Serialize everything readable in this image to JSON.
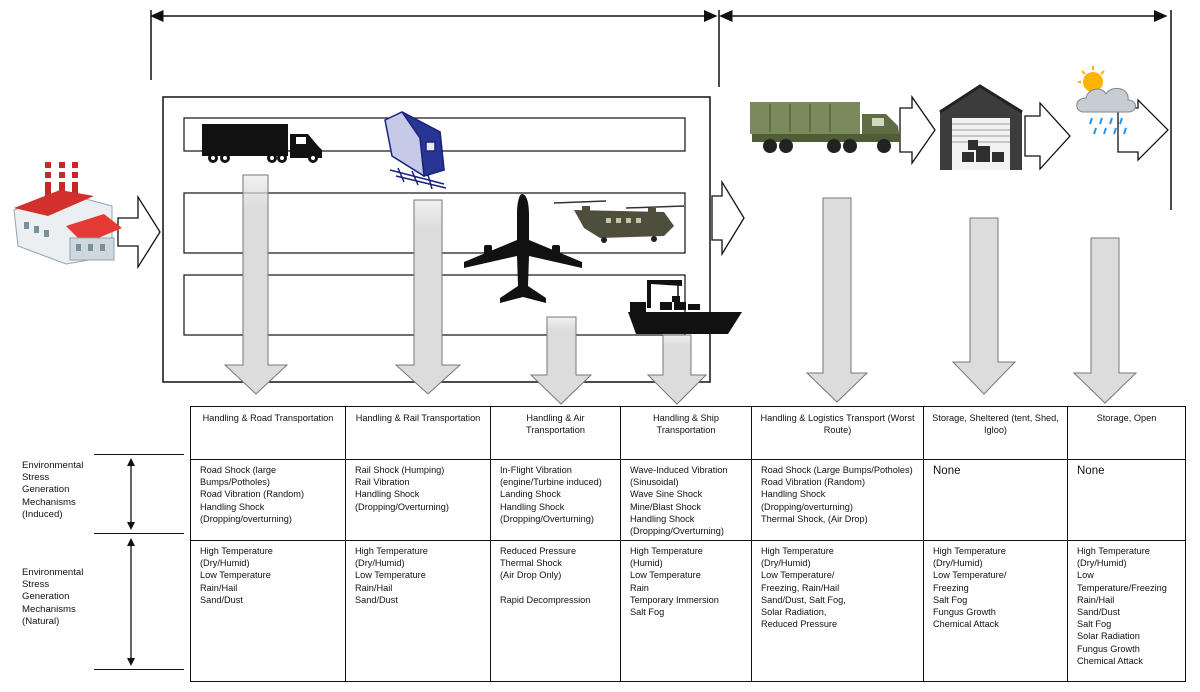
{
  "columns": [
    {
      "key": "road",
      "header": "Handling & Road Transportation",
      "induced": "Road Shock (large\nBumps/Potholes)\nRoad Vibration (Random)\nHandling Shock\n(Dropping/overturning)",
      "natural": "High Temperature\n(Dry/Humid)\nLow Temperature\nRain/Hail\nSand/Dust"
    },
    {
      "key": "rail",
      "header": "Handling & Rail Transportation",
      "induced": "Rail Shock (Humping)\nRail Vibration\nHandling Shock\n(Dropping/Overturning)",
      "natural": "High Temperature\n(Dry/Humid)\nLow Temperature\nRain/Hail\nSand/Dust"
    },
    {
      "key": "air",
      "header": "Handling & Air Transportation",
      "induced": "In-Flight Vibration\n(engine/Turbine induced)\nLanding Shock\nHandling Shock\n(Dropping/Overturning)",
      "natural": "Reduced Pressure\nThermal Shock\n(Air Drop Only)\n\nRapid Decompression"
    },
    {
      "key": "ship",
      "header": "Handling & Ship Transportation",
      "induced": "Wave-Induced Vibration\n(Sinusoidal)\nWave Sine Shock\nMine/Blast Shock\nHandling Shock\n(Dropping/Overturning)",
      "natural": "High Temperature\n(Humid)\nLow Temperature\nRain\nTemporary Immersion\nSalt Fog"
    },
    {
      "key": "logistics",
      "header": "Handling & Logistics Transport (Worst Route)",
      "induced": "Road Shock (Large Bumps/Potholes)\nRoad Vibration (Random)\nHandling Shock\n(Dropping/overturning)\nThermal Shock, (Air Drop)",
      "natural": "High Temperature\n(Dry/Humid)\nLow Temperature/\nFreezing, Rain/Hail\nSand/Dust, Salt Fog,\nSolar Radiation,\nReduced Pressure"
    },
    {
      "key": "sheltered",
      "header": "Storage, Sheltered (tent, Shed, Igloo)",
      "induced": "None",
      "natural": "High Temperature\n(Dry/Humid)\nLow Temperature/\nFreezing\nSalt Fog\nFungus Growth\nChemical Attack"
    },
    {
      "key": "open",
      "header": "Storage, Open",
      "induced": "None",
      "natural": "High Temperature\n(Dry/Humid)\nLow\nTemperature/Freezing\nRain/Hail\nSand/Dust\nSalt Fog\nSolar Radiation\nFungus Growth\nChemical Attack"
    }
  ],
  "row_labels": {
    "induced": "Environmental\nStress\nGeneration\nMechanisms\n(Induced)",
    "natural": "Environmental\nStress\nGeneration\nMechanisms\n(Natural)"
  },
  "icons": [
    "factory-icon",
    "truck-icon",
    "train-icon",
    "airplane-icon",
    "helicopter-icon",
    "ship-icon",
    "military-truck-icon",
    "warehouse-icon",
    "weather-icon"
  ],
  "colors": {
    "arrow_fill": "#dcdcdc",
    "arrow_stroke": "#777777",
    "line": "#111111"
  }
}
